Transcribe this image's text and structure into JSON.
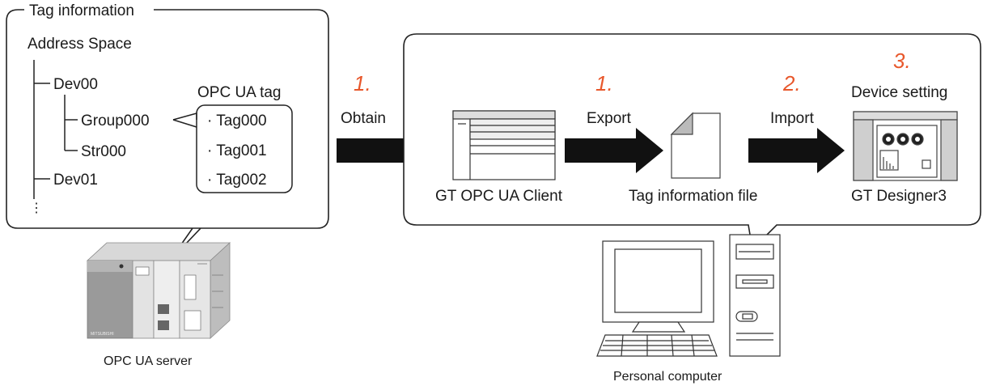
{
  "tag_panel": {
    "title": "Tag information",
    "root": "Address Space",
    "dev00": "Dev00",
    "group": "Group000",
    "str": "Str000",
    "dev01": "Dev01",
    "ellipsis": "⋮",
    "tag_heading": "OPC UA tag",
    "tags": [
      "· Tag000",
      "· Tag001",
      "· Tag002"
    ]
  },
  "flow": {
    "obtain_step": "1.",
    "obtain_label": "Obtain",
    "export_step": "1.",
    "export_label": "Export",
    "import_step": "2.",
    "import_label": "Import",
    "device_step": "3.",
    "device_label": "Device setting"
  },
  "nodes": {
    "client": "GT OPC UA Client",
    "file": "Tag information file",
    "designer": "GT Designer3",
    "server": "OPC UA server",
    "pc": "Personal computer",
    "plc_brand": "MITSUBISHI"
  },
  "colors": {
    "accent": "#e8582c",
    "arrow": "#111111",
    "line": "#222222",
    "device": "#a8a8a8"
  }
}
